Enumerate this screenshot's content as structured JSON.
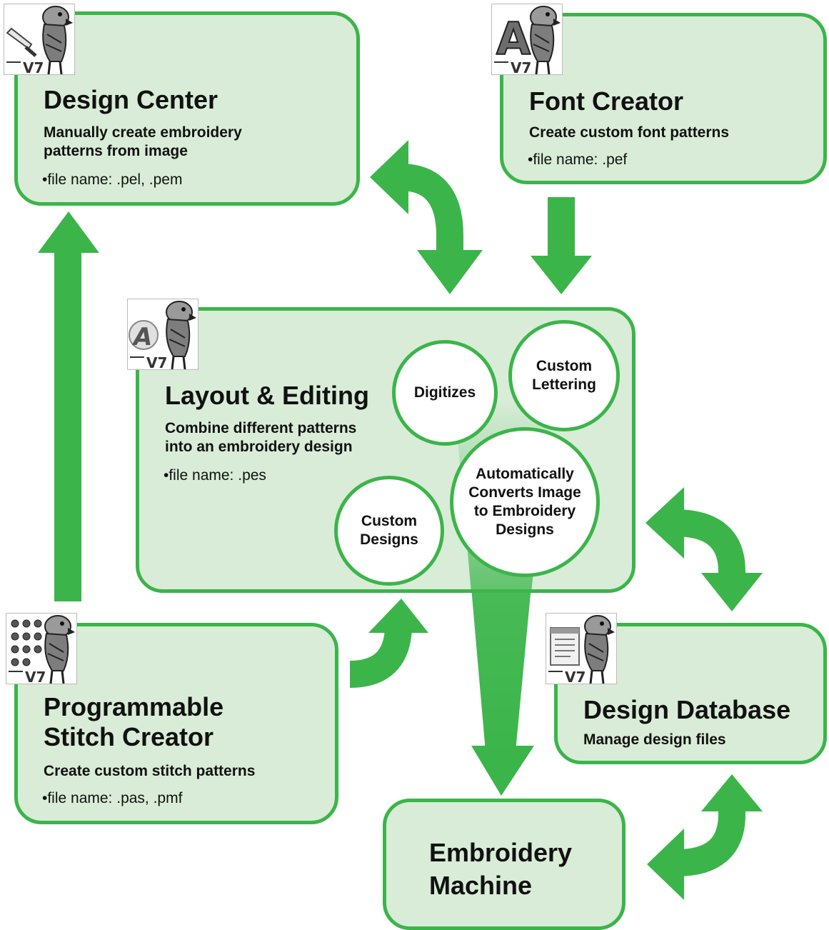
{
  "colors": {
    "green": "#3bb54a",
    "box_fill": "#d9ecd7",
    "text": "#111111"
  },
  "design_center": {
    "title": "Design Center",
    "subtitle_1": "Manually create embroidery",
    "subtitle_2": "patterns from image",
    "file": "•file name: .pel, .pem",
    "icon": "parrot-icon",
    "version": "V7"
  },
  "font_creator": {
    "title": "Font Creator",
    "subtitle": "Create custom font patterns",
    "file": "•file name: .pef",
    "icon": "parrot-icon",
    "glyph": "A",
    "version": "V7"
  },
  "layout_editing": {
    "title": "Layout & Editing",
    "subtitle_1": "Combine different patterns",
    "subtitle_2": "into an embroidery design",
    "file": "•file name: .pes",
    "icon": "parrot-icon",
    "version": "V7",
    "features": {
      "digitizes": "Digitizes",
      "custom_lettering_1": "Custom",
      "custom_lettering_2": "Lettering",
      "custom_designs_1": "Custom",
      "custom_designs_2": "Designs",
      "auto_1": "Automatically",
      "auto_2": "Converts Image",
      "auto_3": "to Embroidery",
      "auto_4": "Designs"
    }
  },
  "stitch_creator": {
    "title_1": "Programmable",
    "title_2": "Stitch Creator",
    "subtitle": "Create custom stitch patterns",
    "file": "•file name: .pas, .pmf",
    "icon": "parrot-icon",
    "version": "V7"
  },
  "design_database": {
    "title": "Design Database",
    "subtitle": "Manage design files",
    "icon": "parrot-icon",
    "version": "V7"
  },
  "machine": {
    "title_1": "Embroidery",
    "title_2": "Machine"
  }
}
